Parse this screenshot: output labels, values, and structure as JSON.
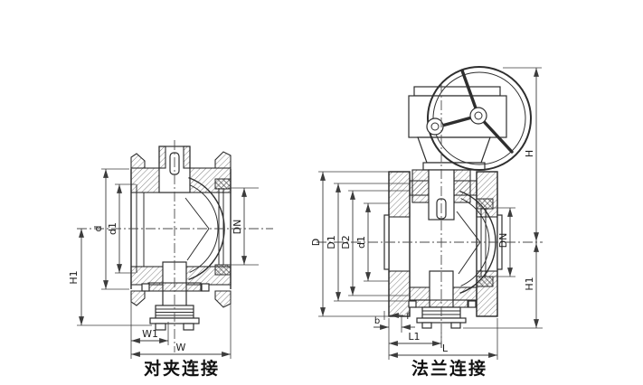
{
  "colors": {
    "background": "#ffffff",
    "line": "#2e2e2e",
    "dimension_line": "#3c3c3c",
    "text": "#1c1c1c"
  },
  "figure_left": {
    "caption": "对夹连接",
    "dims": {
      "d": "d",
      "d1": "d1",
      "H1": "H1",
      "DN": "DN",
      "W1": "W1",
      "W": "W"
    }
  },
  "figure_right": {
    "caption": "法兰连接",
    "dims": {
      "D": "D",
      "D1": "D1",
      "D2": "D2",
      "d1": "d1",
      "DN": "DN",
      "H": "H",
      "H1": "H1",
      "b": "b",
      "f": "f",
      "L1": "L1",
      "L": "L"
    }
  }
}
